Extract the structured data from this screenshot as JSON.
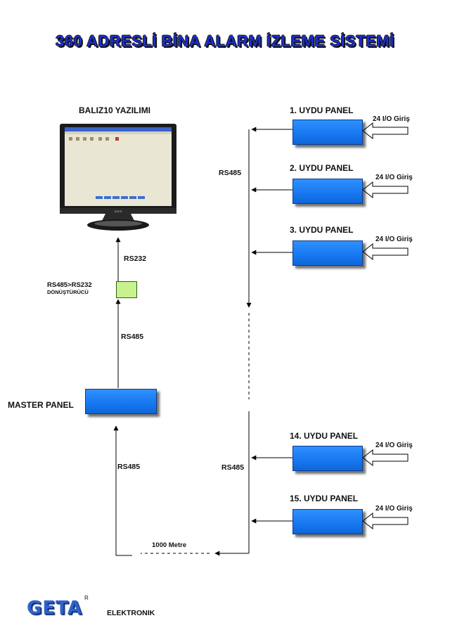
{
  "title": "360 ADRESLİ BİNA ALARM İZLEME SİSTEMİ",
  "software_label": "BALIZ10 YAZILIMI",
  "monitor_brand": "ASUS",
  "links": {
    "rs232": "RS232",
    "rs485_upper": "RS485",
    "rs485_lower": "RS485",
    "rs485_bus_top": "RS485",
    "rs485_bus_bottom": "RS485",
    "distance": "1000 Metre"
  },
  "converter": {
    "line1": "RS485>RS232",
    "line2": "DÖNÜŞTÜRÜCÜ"
  },
  "master_panel": "MASTER PANEL",
  "panels": [
    {
      "name": "1. UYDU PANEL",
      "input": "24 I/O Giriş"
    },
    {
      "name": "2. UYDU PANEL",
      "input": "24 I/O Giriş"
    },
    {
      "name": "3. UYDU PANEL",
      "input": "24 I/O Giriş"
    },
    {
      "name": "14. UYDU PANEL",
      "input": "24 I/O Giriş"
    },
    {
      "name": "15. UYDU PANEL",
      "input": "24 I/O Giriş"
    }
  ],
  "footer": {
    "logo": "GETA",
    "registered": "R",
    "company": "ELEKTRONIK"
  },
  "colors": {
    "panel_blue": "#1a7ff0",
    "converter_green": "#c7f28d",
    "title_blue": "#1d2fc8",
    "logo_blue": "#2f63c9"
  }
}
